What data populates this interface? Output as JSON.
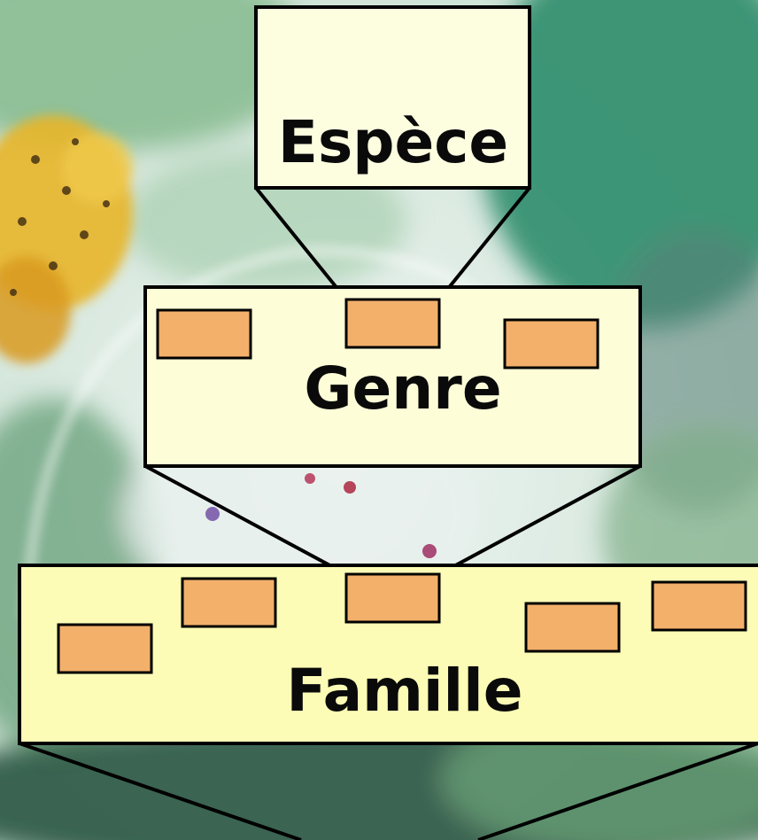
{
  "levels": {
    "espece": {
      "label": "Espèce"
    },
    "genre": {
      "label": "Genre"
    },
    "famille": {
      "label": "Famille"
    }
  },
  "colors": {
    "box_fill_top": "#fdfde0",
    "box_fill_mid": "#fdfdd8",
    "box_fill_bottom": "#fcfcb6",
    "item_fill": "#f2b06b",
    "stroke": "#000000",
    "background_green": "#2f8a68",
    "background_pale": "#d6e9dc",
    "flower_yellow": "#e8b52a"
  }
}
